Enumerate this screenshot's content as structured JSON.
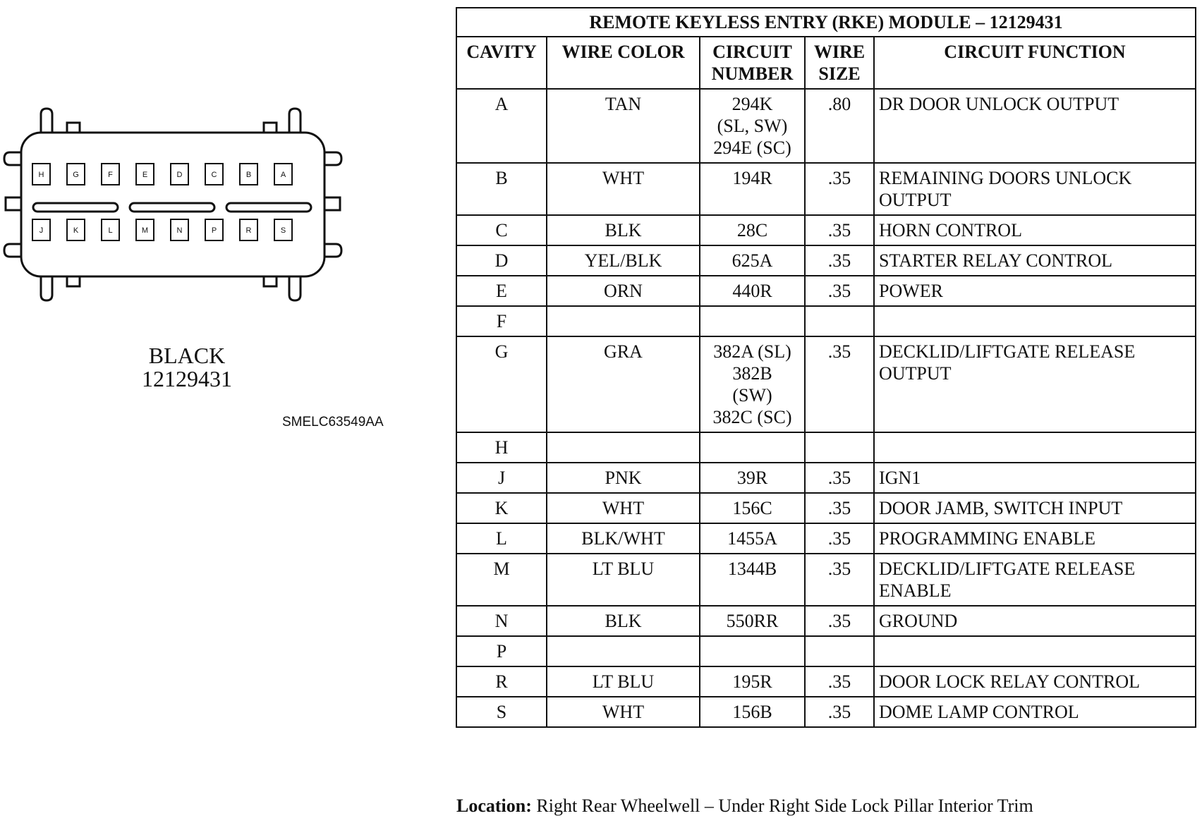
{
  "table": {
    "title": "REMOTE KEYLESS ENTRY (RKE) MODULE – 12129431",
    "headers": {
      "cavity": "CAVITY",
      "wire_color": "WIRE COLOR",
      "circuit_line1": "CIRCUIT",
      "circuit_line2": "NUMBER",
      "size_line1": "WIRE",
      "size_line2": "SIZE",
      "function": "CIRCUIT FUNCTION"
    },
    "rows": [
      {
        "cavity": "A",
        "color": "TAN",
        "circuit": [
          "294K",
          "(SL, SW)",
          "294E (SC)"
        ],
        "size": ".80",
        "function": [
          "DR DOOR UNLOCK OUTPUT"
        ]
      },
      {
        "cavity": "B",
        "color": "WHT",
        "circuit": [
          "194R"
        ],
        "size": ".35",
        "function": [
          "REMAINING DOORS UNLOCK",
          "OUTPUT"
        ]
      },
      {
        "cavity": "C",
        "color": "BLK",
        "circuit": [
          "28C"
        ],
        "size": ".35",
        "function": [
          "HORN CONTROL"
        ]
      },
      {
        "cavity": "D",
        "color": "YEL/BLK",
        "circuit": [
          "625A"
        ],
        "size": ".35",
        "function": [
          "STARTER RELAY CONTROL"
        ]
      },
      {
        "cavity": "E",
        "color": "ORN",
        "circuit": [
          "440R"
        ],
        "size": ".35",
        "function": [
          "POWER"
        ]
      },
      {
        "cavity": "F",
        "color": "",
        "circuit": [
          ""
        ],
        "size": "",
        "function": [
          ""
        ]
      },
      {
        "cavity": "G",
        "color": "GRA",
        "circuit": [
          "382A (SL)",
          "382B",
          "(SW)",
          "382C (SC)"
        ],
        "size": ".35",
        "function": [
          "DECKLID/LIFTGATE RELEASE",
          "OUTPUT"
        ]
      },
      {
        "cavity": "H",
        "color": "",
        "circuit": [
          ""
        ],
        "size": "",
        "function": [
          ""
        ]
      },
      {
        "cavity": "J",
        "color": "PNK",
        "circuit": [
          "39R"
        ],
        "size": ".35",
        "function": [
          "IGN1"
        ]
      },
      {
        "cavity": "K",
        "color": "WHT",
        "circuit": [
          "156C"
        ],
        "size": ".35",
        "function": [
          "DOOR JAMB, SWITCH INPUT"
        ]
      },
      {
        "cavity": "L",
        "color": "BLK/WHT",
        "circuit": [
          "1455A"
        ],
        "size": ".35",
        "function": [
          "PROGRAMMING ENABLE"
        ]
      },
      {
        "cavity": "M",
        "color": "LT BLU",
        "circuit": [
          "1344B"
        ],
        "size": ".35",
        "function": [
          "DECKLID/LIFTGATE RELEASE",
          "ENABLE"
        ]
      },
      {
        "cavity": "N",
        "color": "BLK",
        "circuit": [
          "550RR"
        ],
        "size": ".35",
        "function": [
          "GROUND"
        ]
      },
      {
        "cavity": "P",
        "color": "",
        "circuit": [
          ""
        ],
        "size": "",
        "function": [
          ""
        ]
      },
      {
        "cavity": "R",
        "color": "LT BLU",
        "circuit": [
          "195R"
        ],
        "size": ".35",
        "function": [
          "DOOR LOCK RELAY CONTROL"
        ]
      },
      {
        "cavity": "S",
        "color": "WHT",
        "circuit": [
          "156B"
        ],
        "size": ".35",
        "function": [
          "DOME LAMP CONTROL"
        ]
      }
    ]
  },
  "connector": {
    "color_label": "BLACK",
    "part_number": "12129431",
    "top_pins": [
      "H",
      "G",
      "F",
      "E",
      "D",
      "C",
      "B",
      "A"
    ],
    "bottom_pins": [
      "J",
      "K",
      "L",
      "M",
      "N",
      "P",
      "R",
      "S"
    ]
  },
  "figure_code": "SMELC63549AA",
  "location": {
    "label": "Location:",
    "text": "Right Rear Wheelwell – Under Right Side Lock Pillar Interior Trim"
  }
}
